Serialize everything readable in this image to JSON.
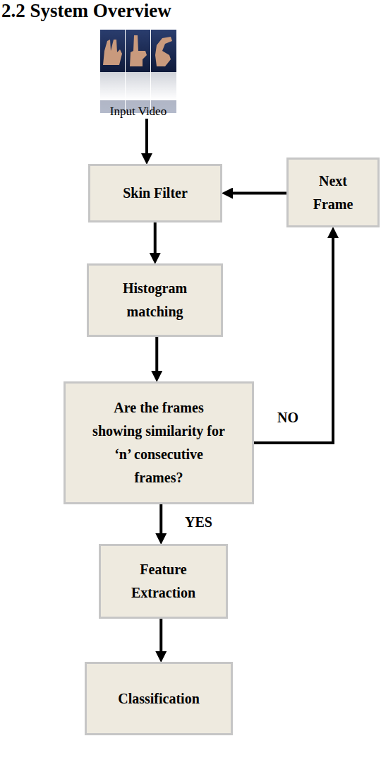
{
  "diagram": {
    "title": "2.2 System Overview",
    "nodes": [
      {
        "text": [
          "Input Video"
        ]
      },
      {
        "text": [
          "Skin Filter"
        ]
      },
      {
        "text": [
          "Next Frame"
        ]
      },
      {
        "text": [
          "Histogram matching"
        ]
      },
      {
        "text": [
          "Are the frames showing similarity for ‘n’ consecutive frames?"
        ]
      },
      {
        "text": [
          "Feature Extraction"
        ]
      },
      {
        "text": [
          "Classification"
        ]
      }
    ],
    "edges": [
      {
        "from": 0,
        "to": 1,
        "arrow": "to"
      },
      {
        "from": 1,
        "to": 3,
        "arrow": "to"
      },
      {
        "from": 3,
        "to": 4,
        "arrow": "to"
      },
      {
        "from": 4,
        "to": 2,
        "label": "NO",
        "arrow": "to"
      },
      {
        "from": 2,
        "to": 1,
        "arrow": "to"
      },
      {
        "from": 4,
        "to": 5,
        "label": "YES",
        "arrow": "to"
      },
      {
        "from": 5,
        "to": 6,
        "arrow": "to"
      }
    ]
  }
}
